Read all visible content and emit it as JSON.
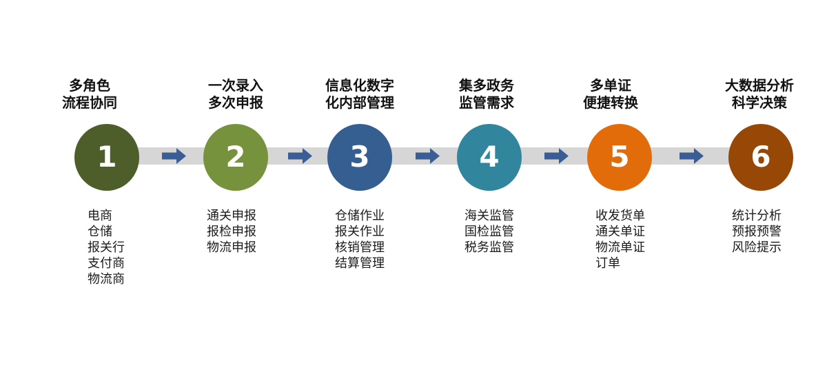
{
  "steps": [
    {
      "number": "1",
      "title": "多角色\n流程协同",
      "color": "#4e5e2a",
      "items": [
        "电商",
        "仓储",
        "报关行",
        "支付商",
        "物流商"
      ]
    },
    {
      "number": "2",
      "title": "一次录入\n多次申报",
      "color": "#76923c",
      "items": [
        "通关申报",
        "报检申报",
        "物流申报"
      ]
    },
    {
      "number": "3",
      "title": "信息化数字\n化内部管理",
      "color": "#365f91",
      "items": [
        "仓储作业",
        "报关作业",
        "核销管理",
        "结算管理"
      ]
    },
    {
      "number": "4",
      "title": "集多政务\n监管需求",
      "color": "#31859c",
      "items": [
        "海关监管",
        "国检监管",
        "税务监管"
      ]
    },
    {
      "number": "5",
      "title": "多单证\n便捷转换",
      "color": "#e36c0a",
      "items": [
        "收发货单",
        "通关单证",
        "物流单证",
        "订单"
      ]
    },
    {
      "number": "6",
      "title": "大数据分析\n科学决策",
      "color": "#974806",
      "items": [
        "统计分析",
        "预报预警",
        "风险提示"
      ]
    }
  ],
  "arrow_color": "#3a5d96"
}
